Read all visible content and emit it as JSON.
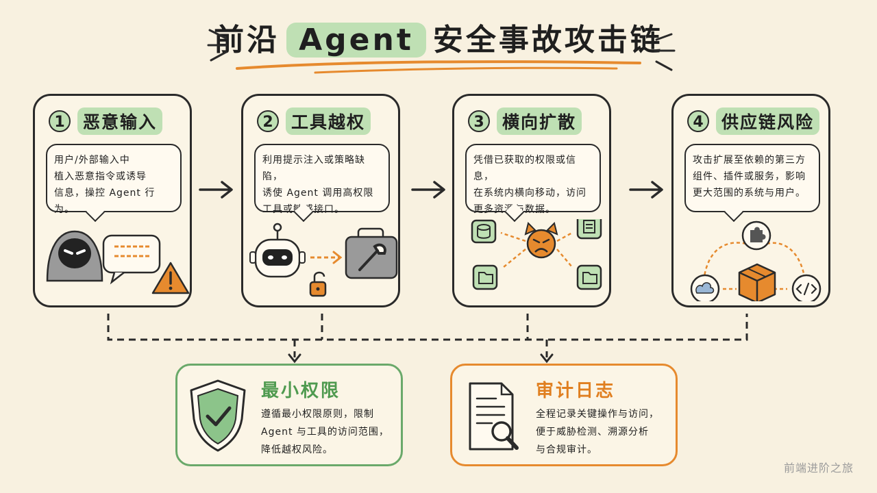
{
  "title": {
    "prefix": "前沿",
    "highlight": "Agent",
    "suffix": "安全事故攻击链"
  },
  "steps": [
    {
      "num": "1",
      "title": "恶意输入",
      "lines": [
        "用户/外部输入中",
        "植入恶意指令或诱导",
        "信息，操控 Agent 行为。"
      ]
    },
    {
      "num": "2",
      "title": "工具越权",
      "lines": [
        "利用提示注入或策略缺陷，",
        "诱使 Agent 调用高权限",
        "工具或敏感接口。"
      ]
    },
    {
      "num": "3",
      "title": "横向扩散",
      "lines": [
        "凭借已获取的权限或信息，",
        "在系统内横向移动，访问",
        "更多资源与数据。"
      ]
    },
    {
      "num": "4",
      "title": "供应链风险",
      "lines": [
        "攻击扩展至依赖的第三方",
        "组件、插件或服务，影响",
        "更大范围的系统与用户。"
      ]
    }
  ],
  "defenses": [
    {
      "title": "最小权限",
      "lines": [
        "遵循最小权限原则，限制",
        "Agent 与工具的访问范围，",
        "降低越权风险。"
      ]
    },
    {
      "title": "审计日志",
      "lines": [
        "全程记录关键操作与访问，",
        "便于威胁检测、溯源分析",
        "与合规审计。"
      ]
    }
  ],
  "watermark": "前端进阶之旅",
  "colors": {
    "background": "#f8f1e0",
    "green_accent": "#bfe0b4",
    "green_border": "#6aa96a",
    "orange_accent": "#e68a2e",
    "ink": "#2a2a2a"
  },
  "icons": [
    "hooded-hacker-icon",
    "message-icon",
    "warning-icon",
    "robot-icon",
    "toolbox-icon",
    "unlock-icon",
    "devil-icon",
    "database-icon",
    "document-icon",
    "folder-icon",
    "puzzle-icon",
    "package-icon",
    "cloud-icon",
    "code-icon",
    "shield-check-icon",
    "audit-log-icon"
  ]
}
